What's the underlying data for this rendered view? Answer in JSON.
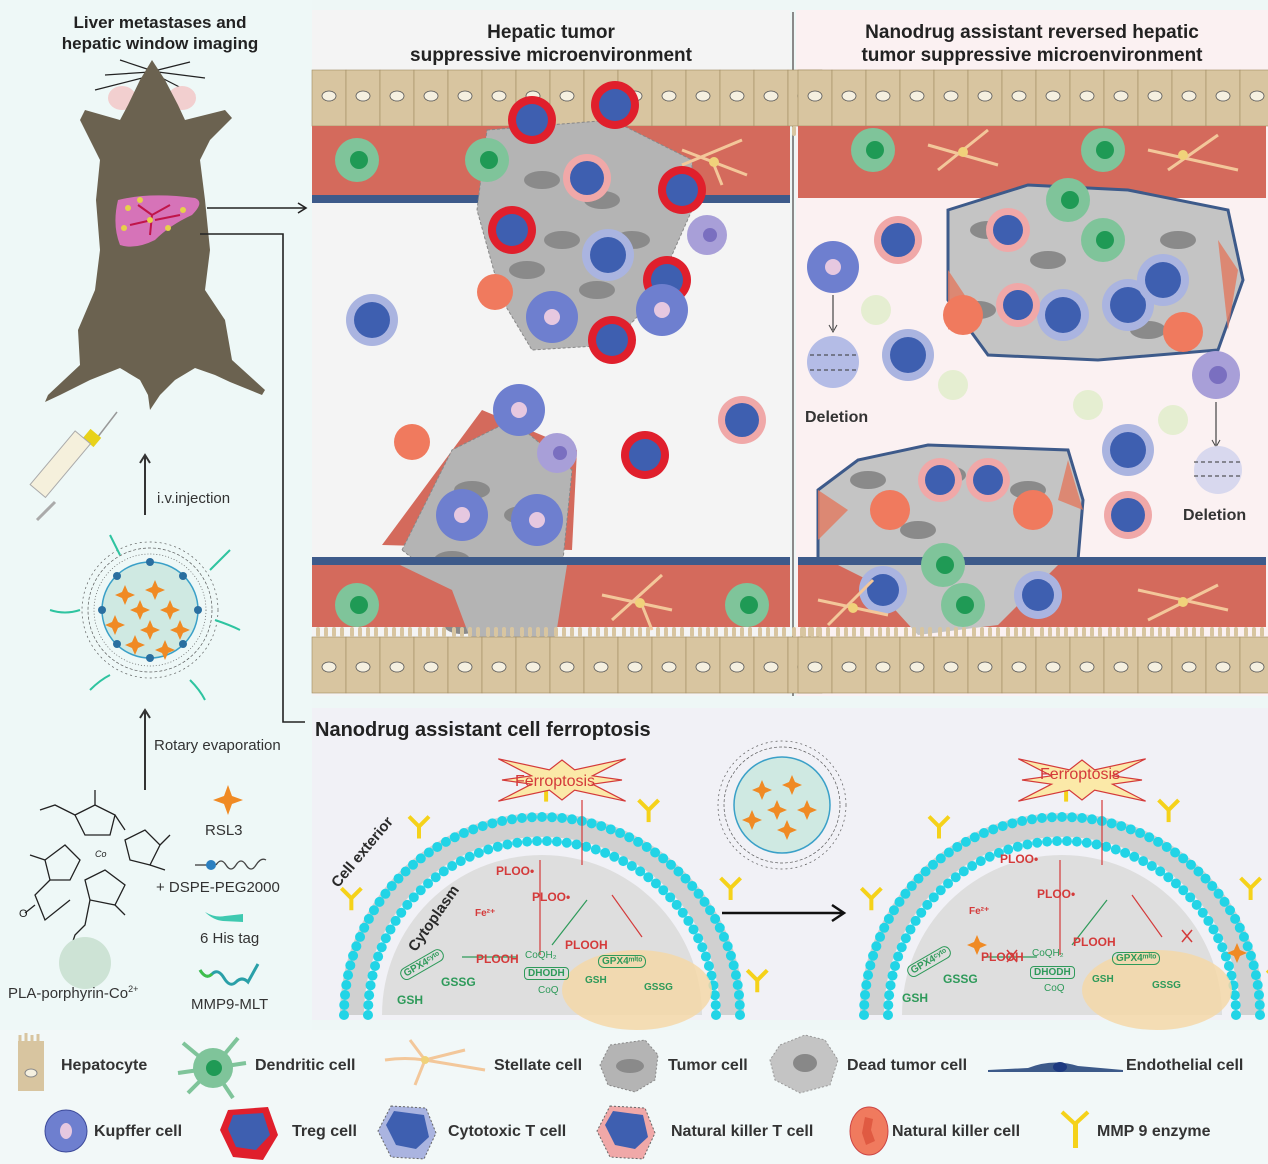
{
  "left_panel": {
    "title_line1": "Liver metastases and",
    "title_line2": "hepatic window imaging",
    "step_injection": "i.v.injection",
    "step_evaporation": "Rotary evaporation",
    "components": {
      "porphyrin": "PLA-porphyrin-Co",
      "porphyrin_sup": "2+",
      "cobalt_center": "Co",
      "rsl3": "RSL3",
      "dspe": "+ DSPE-PEG2000",
      "his_tag": "6 His tag",
      "mmp9_mlt": "MMP9-MLT"
    }
  },
  "top_left_panel": {
    "title_line1": "Hepatic tumor",
    "title_line2": "suppressive microenvironment"
  },
  "top_right_panel": {
    "title_line1": "Nanodrug assistant reversed hepatic",
    "title_line2": "tumor suppressive microenvironment",
    "deletion_label_1": "Deletion",
    "deletion_label_2": "Deletion"
  },
  "bottom_panel": {
    "title": "Nanodrug assistant cell ferroptosis",
    "cell_exterior": "Cell exterior",
    "cytoplasm": "Cytoplasm",
    "left_cell": {
      "ferroptosis": "Ferroptosis",
      "ploo_membrane": "PLOO•",
      "ploo_cyto": "PLOO•",
      "fe": "Fe²⁺",
      "plooh_left": "PLOOH",
      "plooh_mito": "PLOOH",
      "gpx4_cyto": "GPX4ᶜʸᵗᵒ",
      "gpx4_mito": "GPX4ᵐⁱᵗᵒ",
      "gssg_left": "GSSG",
      "gsh_left": "GSH",
      "coqh": "CoQH₂",
      "dhodh": "DHODH",
      "coq": "CoQ",
      "gsh_mito": "GSH",
      "gssg_mito": "GSSG"
    },
    "right_cell": {
      "ferroptosis": "Ferroptosis",
      "ploo_membrane": "PLOO•",
      "ploo_cyto": "PLOO•",
      "fe": "Fe²⁺",
      "plooh_left": "PLOOH",
      "plooh_mito": "PLOOH",
      "gpx4_cyto": "GPX4ᶜʸᵗᵒ",
      "gpx4_mito": "GPX4ᵐⁱᵗᵒ",
      "gssg_left": "GSSG",
      "gsh_left": "GSH",
      "coqh": "CoQH₂",
      "dhodh": "DHODH",
      "coq": "CoQ",
      "gsh_mito": "GSH",
      "gssg_mito": "GSSG"
    }
  },
  "legend": {
    "row1": [
      "Hepatocyte",
      "Dendritic cell",
      "Stellate cell",
      "Tumor cell",
      "Dead tumor cell",
      "Endothelial cell"
    ],
    "row2": [
      "Kupffer cell",
      "Treg cell",
      "Cytotoxic T cell",
      "Natural killer T cell",
      "Natural killer  cell",
      "MMP 9 enzyme"
    ]
  },
  "colors": {
    "hepatocyte": "#d8c5a0",
    "sinusoid": "#d46a5c",
    "tumor": "#b4b4b4",
    "treg_ring": "#e01f2c",
    "t_nucleus": "#3e5fb0",
    "cytotoxic_ring": "#aab4e0",
    "nkt_ring": "#f0a8a8",
    "nk": "#f07a5e",
    "kupffer": "#6e7fcf",
    "dendritic": "#7fc49a",
    "membrane_head": "#22d4e6",
    "mmp9": "#f5d21a",
    "rsl3": "#f08a24",
    "mouse": "#6b6250",
    "ferro_red": "#d43a3a",
    "gpx_green": "#2e9a5a"
  }
}
